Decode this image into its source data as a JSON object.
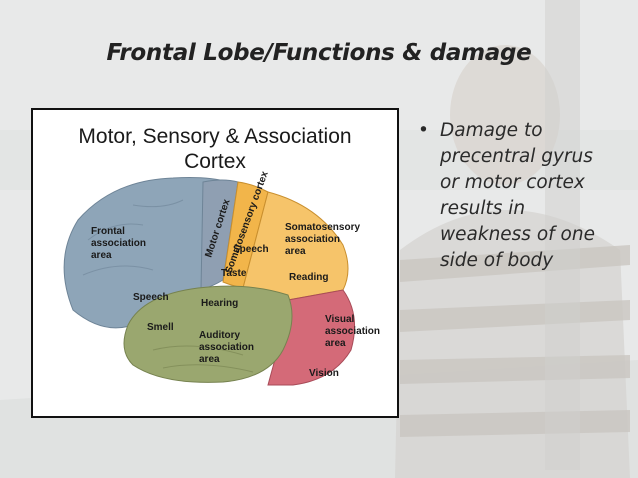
{
  "slide": {
    "title": "Frontal  Lobe/Functions & damage",
    "background_color": "#e9eaea"
  },
  "figure": {
    "title_line1": "Motor, Sensory & Association",
    "title_line2": "Cortex",
    "region_labels": {
      "frontal_association_1": "Frontal",
      "frontal_association_2": "association",
      "frontal_association_3": "area",
      "motor_cortex": "Motor cortex",
      "somatosensory_cortex": "Somatosensory cortex",
      "speech_upper": "Speech",
      "taste": "Taste",
      "somatosensory_assoc_1": "Somatosensory",
      "somatosensory_assoc_2": "association",
      "somatosensory_assoc_3": "area",
      "reading": "Reading",
      "speech_lower": "Speech",
      "hearing": "Hearing",
      "smell": "Smell",
      "auditory_assoc_1": "Auditory",
      "auditory_assoc_2": "association",
      "auditory_assoc_3": "area",
      "visual_assoc_1": "Visual",
      "visual_assoc_2": "association",
      "visual_assoc_3": "area",
      "vision": "Vision"
    },
    "colors": {
      "frontal": "#8ea5b8",
      "motor": "#8f9fb2",
      "somatosensory": "#f2b54a",
      "parietal": "#f6c46a",
      "temporal": "#9aa76f",
      "occipital": "#d46a78"
    }
  },
  "bullets": [
    {
      "lines": [
        "Damage to",
        "precentral gyrus",
        "or motor cortex",
        "results in",
        "weakness of one",
        "side of body"
      ]
    }
  ]
}
